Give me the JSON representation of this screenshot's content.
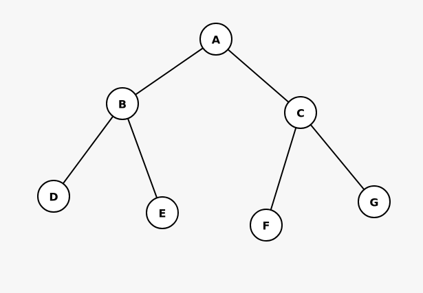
{
  "diagram": {
    "type": "binary-tree",
    "colors": {
      "background": "#f7f7f7",
      "node_fill": "#ffffff",
      "stroke": "#000000",
      "text": "#000000"
    },
    "nodes": [
      {
        "id": "A",
        "label": "A",
        "parent": null
      },
      {
        "id": "B",
        "label": "B",
        "parent": "A"
      },
      {
        "id": "C",
        "label": "C",
        "parent": "A"
      },
      {
        "id": "D",
        "label": "D",
        "parent": "B"
      },
      {
        "id": "E",
        "label": "E",
        "parent": "B"
      },
      {
        "id": "F",
        "label": "F",
        "parent": "C"
      },
      {
        "id": "G",
        "label": "G",
        "parent": "C"
      }
    ],
    "edges": [
      {
        "from": "A",
        "to": "B"
      },
      {
        "from": "A",
        "to": "C"
      },
      {
        "from": "B",
        "to": "D"
      },
      {
        "from": "B",
        "to": "E"
      },
      {
        "from": "C",
        "to": "F"
      },
      {
        "from": "C",
        "to": "G"
      }
    ]
  }
}
